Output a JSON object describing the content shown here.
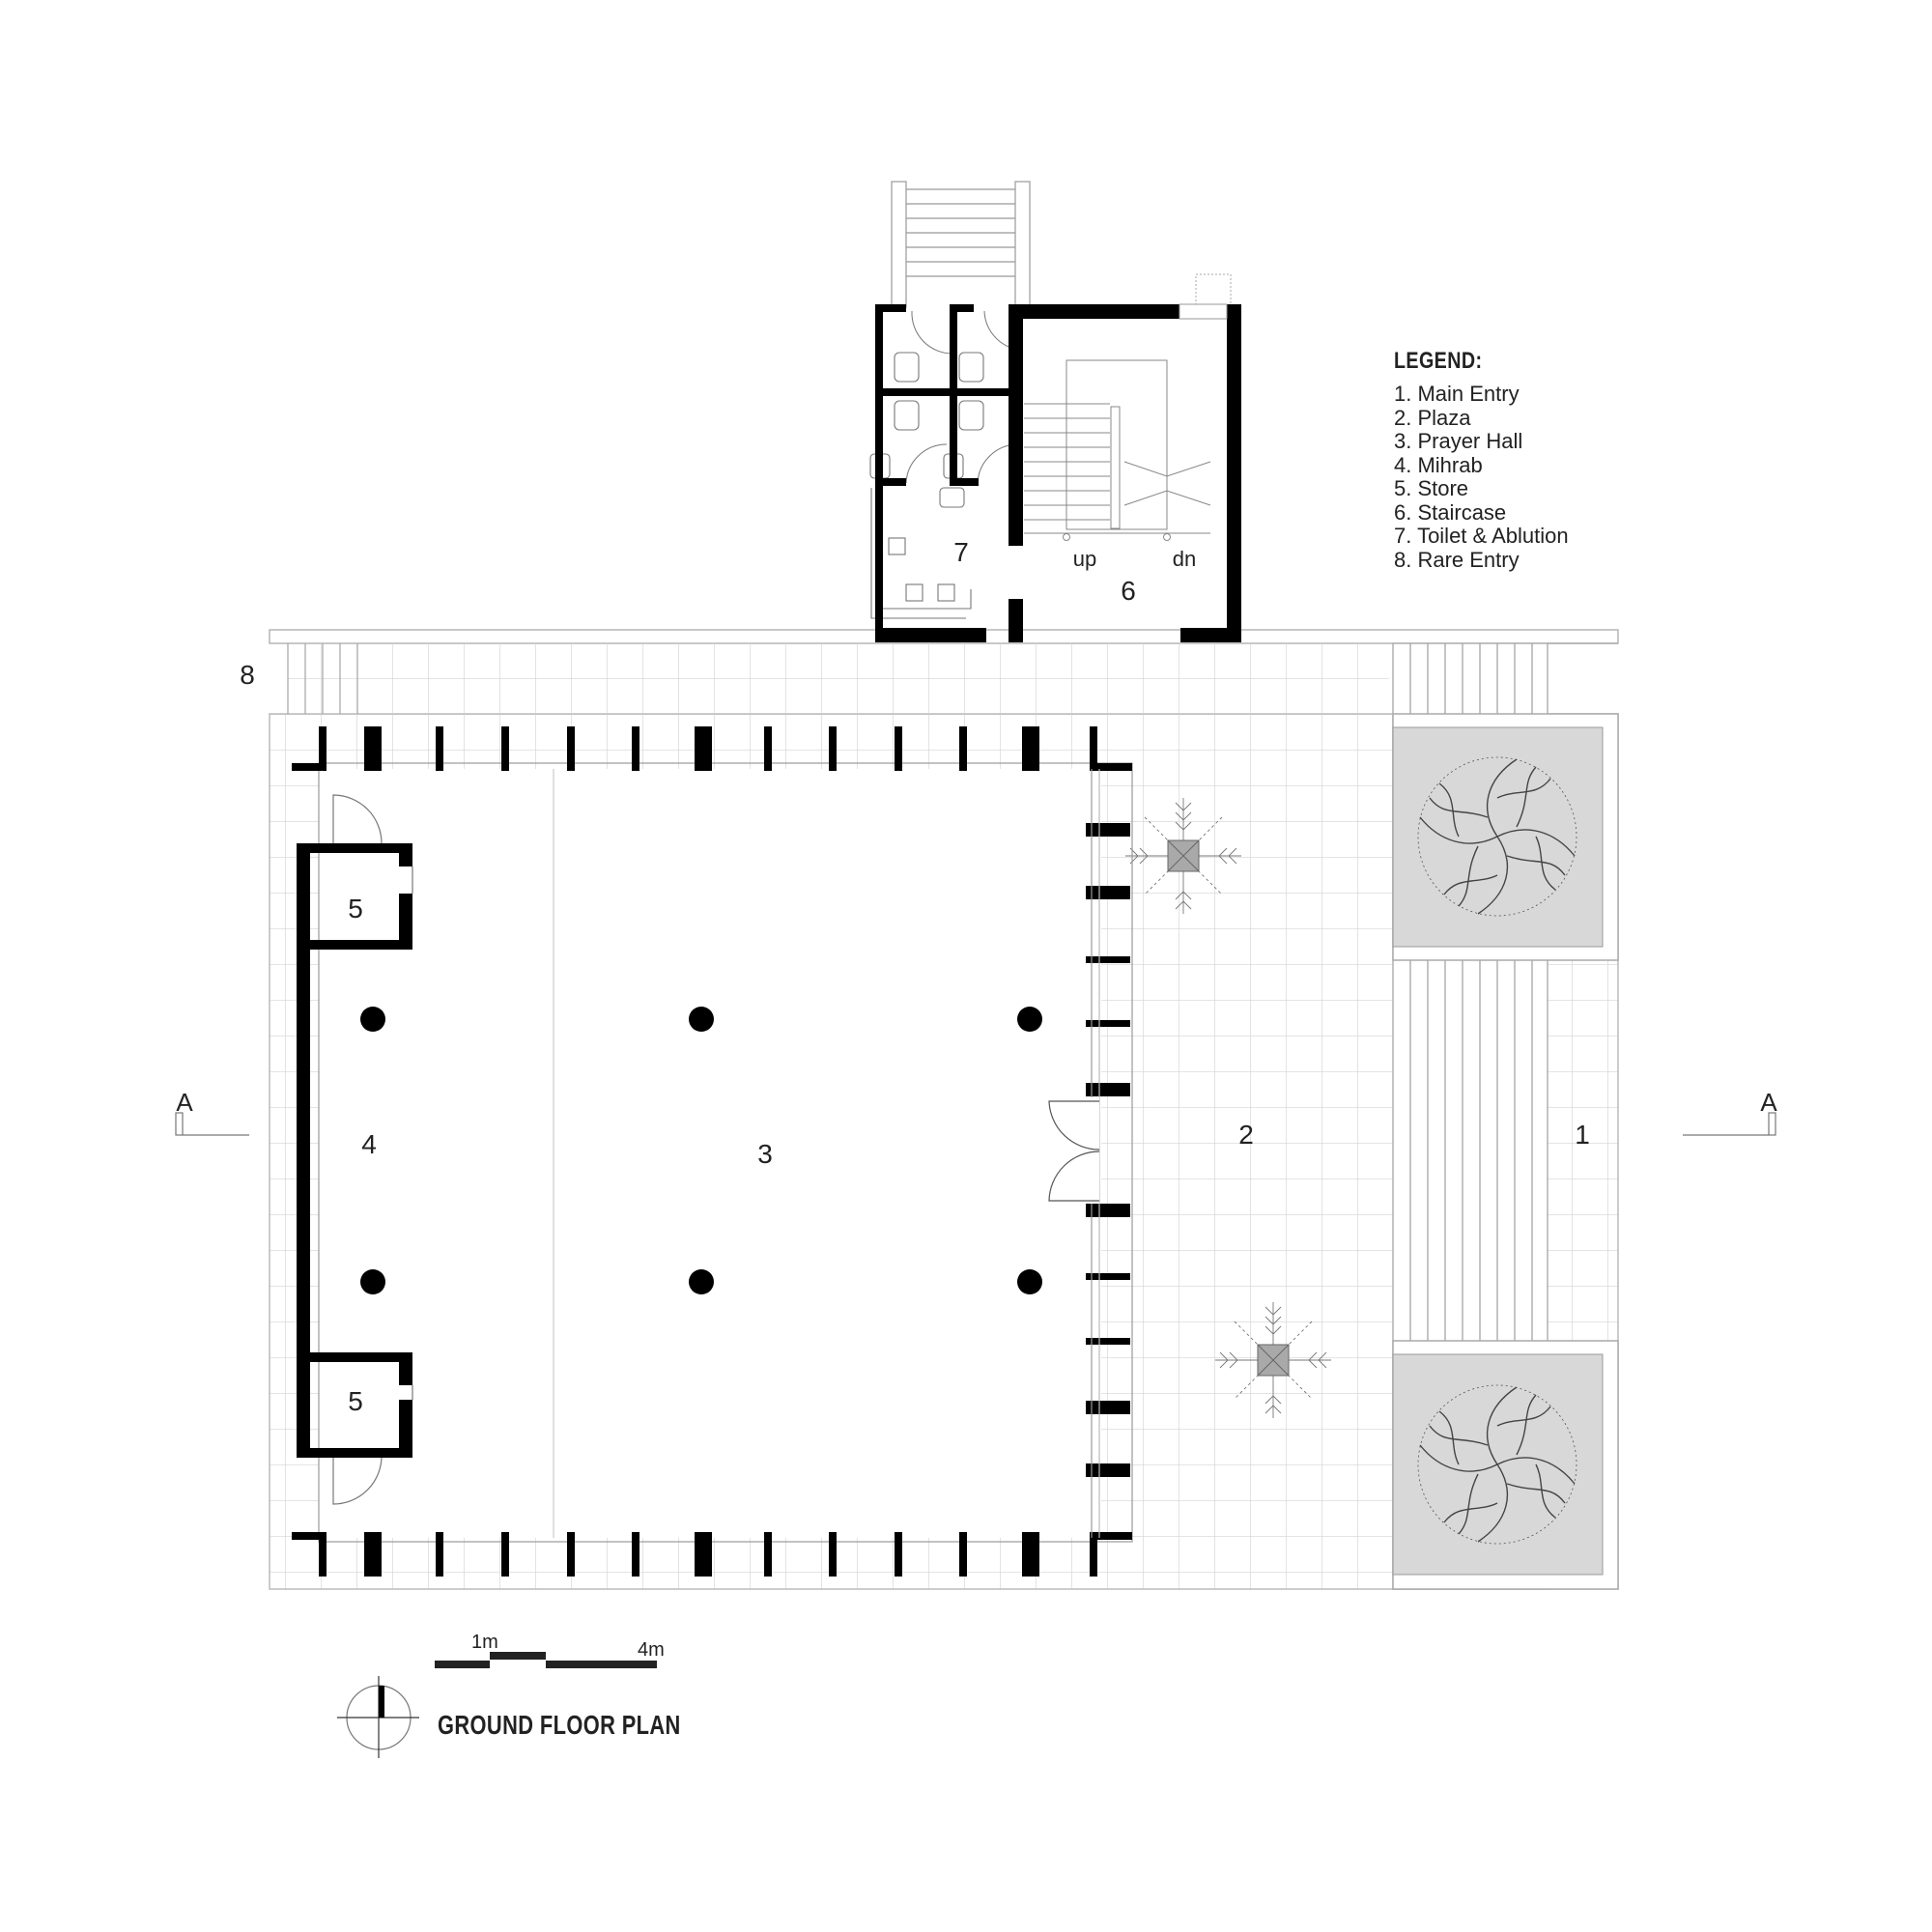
{
  "drawing": {
    "title": "GROUND FLOOR PLAN",
    "section_marker": "A",
    "scale_bar": {
      "label_start": "1m",
      "label_end": "4m"
    }
  },
  "legend": {
    "title": "LEGEND:",
    "items": [
      {
        "num": "1",
        "label": "1. Main Entry"
      },
      {
        "num": "2",
        "label": "2. Plaza"
      },
      {
        "num": "3",
        "label": "3. Prayer Hall"
      },
      {
        "num": "4",
        "label": "4. Mihrab"
      },
      {
        "num": "5",
        "label": "5. Store"
      },
      {
        "num": "6",
        "label": "6. Staircase"
      },
      {
        "num": "7",
        "label": "7. Toilet & Ablution"
      },
      {
        "num": "8",
        "label": "8. Rare Entry"
      }
    ]
  },
  "rooms": {
    "main_entry": "1",
    "plaza": "2",
    "prayer_hall": "3",
    "mihrab": "4",
    "store_top": "5",
    "store_bottom": "5",
    "staircase": "6",
    "toilet": "7",
    "rear_entry": "8"
  },
  "staircase": {
    "up": "up",
    "dn": "dn"
  },
  "colors": {
    "wall": "#000000",
    "grid": "#cccccc",
    "planter": "#d6d6d6",
    "text": "#222222"
  }
}
